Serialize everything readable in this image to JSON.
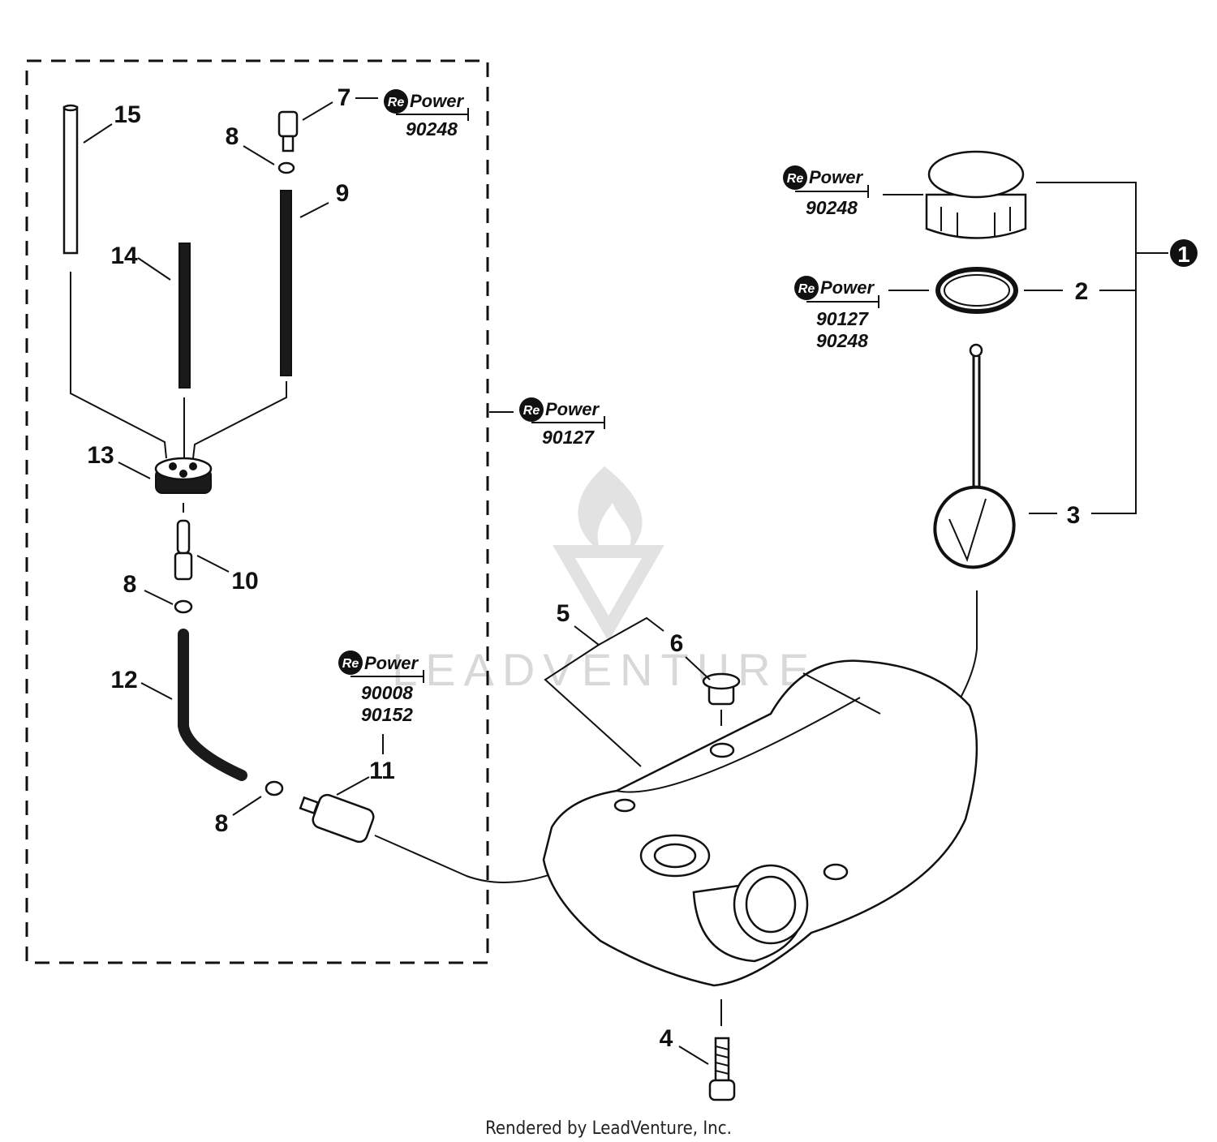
{
  "callouts": {
    "c1": "1",
    "c2": "2",
    "c3": "3",
    "c4": "4",
    "c5": "5",
    "c6": "6",
    "c7": "7",
    "c8a": "8",
    "c8b": "8",
    "c8c": "8",
    "c9": "9",
    "c10": "10",
    "c11": "11",
    "c12": "12",
    "c13": "13",
    "c14": "14",
    "c15": "15"
  },
  "repower": {
    "brand_re": "Re",
    "brand_power": "Power",
    "badge_7": [
      "90248"
    ],
    "badge_cap": [
      "90248"
    ],
    "badge_gasket": [
      "90127",
      "90248"
    ],
    "badge_kit": [
      "90127"
    ],
    "badge_11": [
      "90008",
      "90152"
    ]
  },
  "watermark": {
    "text": "LEADVENTURE"
  },
  "footer": {
    "text": "Rendered by LeadVenture, Inc."
  },
  "colors": {
    "ink": "#111111",
    "watermark": "#d8d8d8",
    "background": "#ffffff"
  }
}
